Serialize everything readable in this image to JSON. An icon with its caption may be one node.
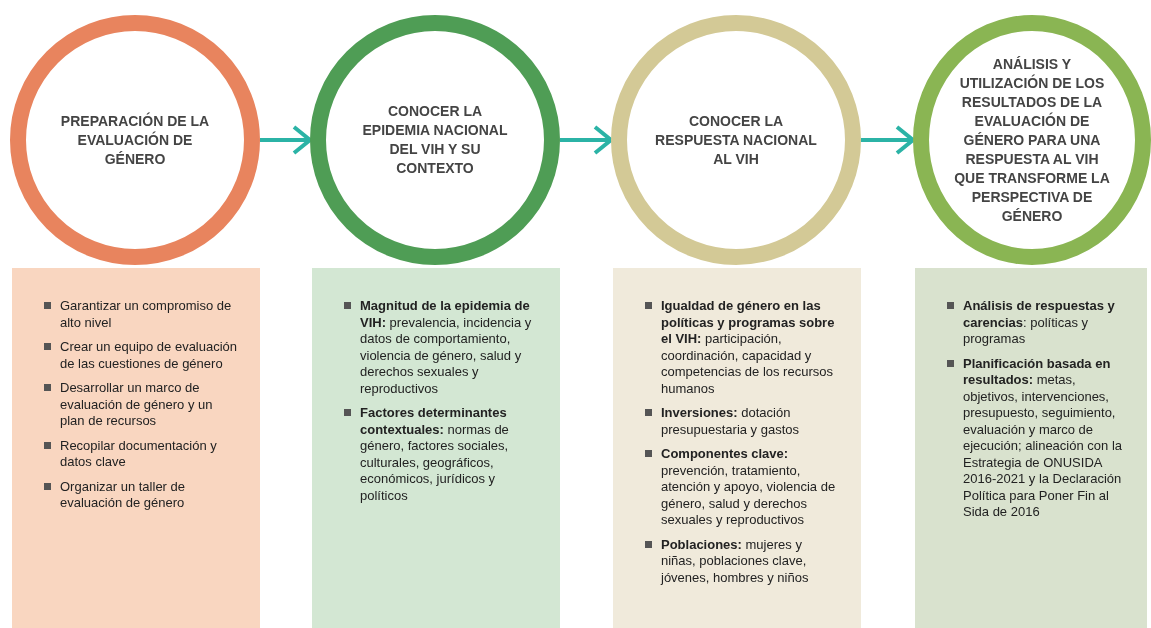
{
  "diagram": {
    "nodes": [
      {
        "text": [
          "PREPARACIÓN DE LA EVALUACIÓN DE GÉNERO"
        ]
      },
      {
        "text": [
          "Garantizar un compromiso de alto nivel",
          "Crear un equipo de evaluación de las cuestiones de género",
          "Desarrollar un marco de evaluación de género y un plan de recursos",
          "Recopilar documentación y datos clave",
          "Organizar un taller de evaluación de género"
        ]
      },
      {
        "text": [
          "CONOCER LA EPIDEMIA NACIONAL DEL VIH Y SU CONTEXTO"
        ]
      },
      {
        "text": [
          "**Magnitud de la epidemia de VIH:** prevalencia, incidencia y datos de comportamiento, violencia de género, salud y derechos sexuales y reproductivos",
          "**Factores determinantes contextuales:** normas de género, factores sociales, culturales, geográficos, económicos, jurídicos y políticos"
        ]
      },
      {
        "text": [
          "CONOCER LA RESPUESTA NACIONAL AL VIH"
        ]
      },
      {
        "text": [
          "**Igualdad de género en las políticas y programas sobre el VIH:** participación, coordinación, capacidad y competencias de los recursos humanos",
          "**Inversiones:** dotación presupuestaria y gastos",
          "**Componentes clave:** prevención, tratamiento, atención y apoyo, violencia de género, salud y derechos sexuales y reproductivos",
          "**Poblaciones:** mujeres y niñas, poblaciones clave, jóvenes, hombres y niños"
        ]
      },
      {
        "text": [
          "ANÁLISIS Y UTILIZACIÓN DE LOS RESULTADOS DE LA EVALUACIÓN DE GÉNERO PARA UNA RESPUESTA AL VIH QUE TRANSFORME LA PERSPECTIVA DE GÉNERO"
        ]
      },
      {
        "text": [
          "**Análisis de respuestas y carencias**: políticas y programas",
          "**Planificación basada en resultados:** metas, objetivos, intervenciones, presupuesto, seguimiento, evaluación y marco de ejecución; alineación con la Estrategia de ONUSIDA 2016-2021 y la Declaración Política para Poner Fin al Sida de 2016"
        ]
      }
    ],
    "edges": [
      {
        "from": 0,
        "to": 2,
        "arrow": "to"
      },
      {
        "from": 2,
        "to": 4,
        "arrow": "to"
      },
      {
        "from": 4,
        "to": 6,
        "arrow": "to"
      }
    ]
  }
}
